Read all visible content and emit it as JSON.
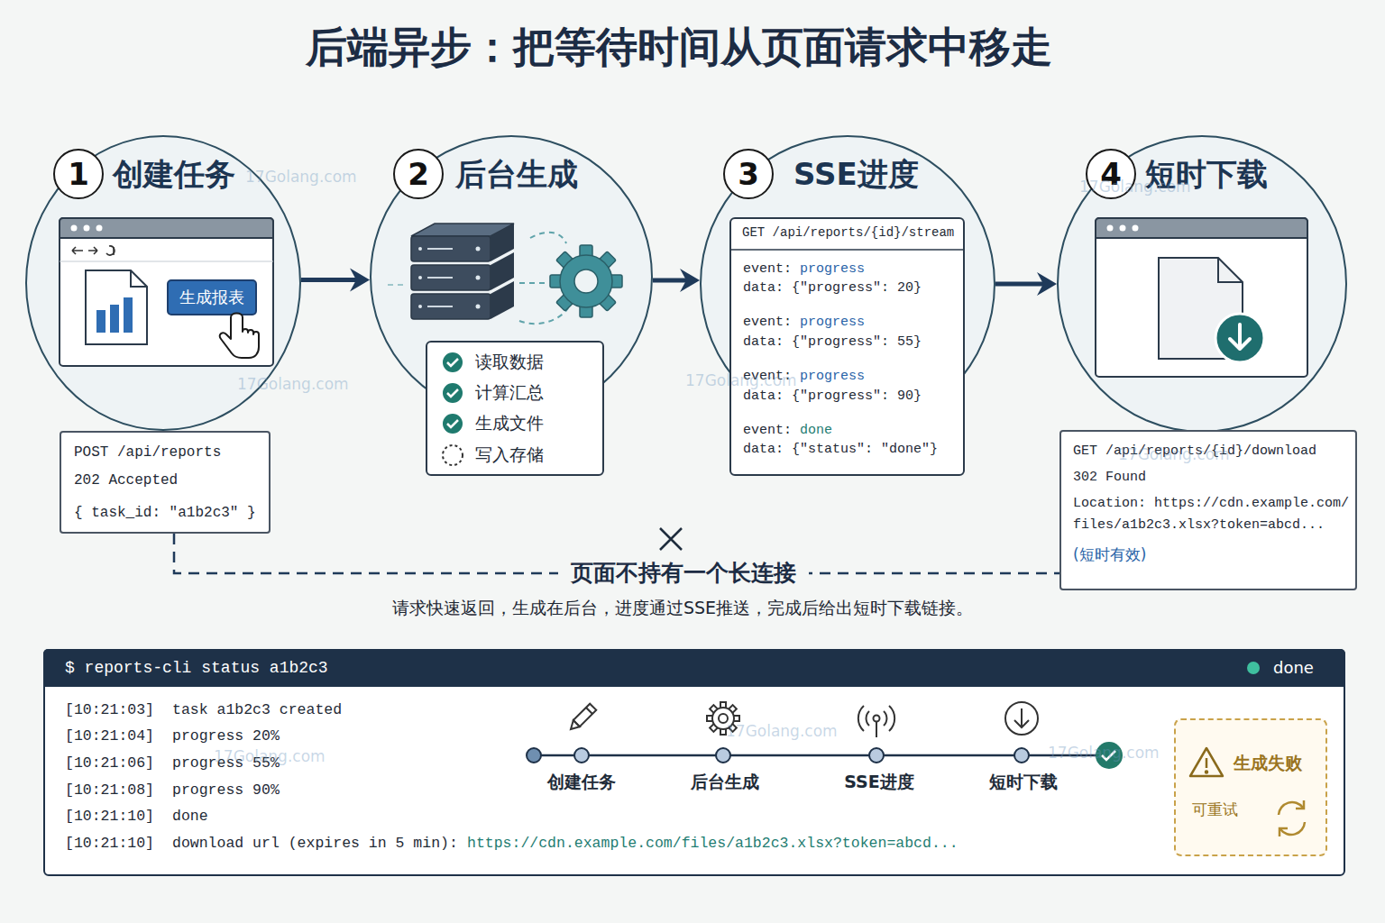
{
  "diagram": {
    "title": "后端异步：把等待时间从页面请求中移走",
    "caption": "请求快速返回，生成在后台，进度通过SSE推送，完成后给出短时下载链接。",
    "nodes": [
      {
        "text": [
          "创建任务"
        ]
      },
      {
        "text": [
          "1"
        ],
        "in": 0
      },
      {
        "text": [
          "生成报表"
        ],
        "in": 0
      },
      {
        "text": [
          "POST /api/reports",
          "202 Accepted",
          "{ task_id: \"a1b2c3\" }"
        ]
      },
      {
        "text": [
          "后台生成"
        ]
      },
      {
        "text": [
          "2"
        ],
        "in": 4
      },
      {
        "text": [
          "读取数据",
          "计算汇总",
          "生成文件",
          "写入存储"
        ]
      },
      {
        "text": [
          "SSE进度"
        ]
      },
      {
        "text": [
          "3"
        ],
        "in": 7
      },
      {
        "text": [
          "GET /api/reports/{id}/stream",
          "event:",
          "progress",
          "data: {\"progress\": 20}",
          "event:",
          "progress",
          "data: {\"progress\": 55}",
          "event:",
          "progress",
          "data: {\"progress\": 90}",
          "event:",
          "done",
          "data: {\"status\": \"done\"}"
        ]
      },
      {
        "text": [
          "短时下载"
        ]
      },
      {
        "text": [
          "4"
        ],
        "in": 10
      },
      {
        "text": [
          "GET /api/reports/{id}/download",
          "302 Found",
          "Location: https://cdn.example.com/ files/a1b2c3.xlsx?token=abcd...",
          "(短时有效)"
        ]
      },
      {
        "text": [
          "[10:21:03]",
          "task a1b2c3 created",
          "[10:21:04]",
          "progress 20%",
          "[10:21:06]",
          "progress 55%",
          "[10:21:08]",
          "progress 90%",
          "[10:21:10]",
          "done",
          "[10:21:10]",
          "download url (expires in 5 min):",
          "https://cdn.example.com/files/a1b2c3.xlsx?token=abcd...",
          "创建任务",
          "后台生成",
          "SSE进度",
          "短时下载"
        ]
      },
      {
        "text": [
          "$ reports-cli status a1b2c3",
          "done"
        ],
        "in": 13
      },
      {
        "text": [
          "生成失败",
          "可重试"
        ],
        "in": 13
      }
    ],
    "edges": [
      {
        "from": 0,
        "to": 4,
        "arrow": "to"
      },
      {
        "from": 4,
        "to": 7,
        "arrow": "to"
      },
      {
        "from": 7,
        "to": 10,
        "arrow": "to"
      },
      {
        "from": 3,
        "to": 12,
        "label": "页面不持有一个长连接",
        "arrow": "none"
      }
    ],
    "labels": [
      "17Golang.com",
      "17Golang.com",
      "17Golang.com",
      "17Golang.com",
      "17Golang.com",
      "17Golang.com",
      "17Golang.com",
      "17Golang.com"
    ]
  }
}
